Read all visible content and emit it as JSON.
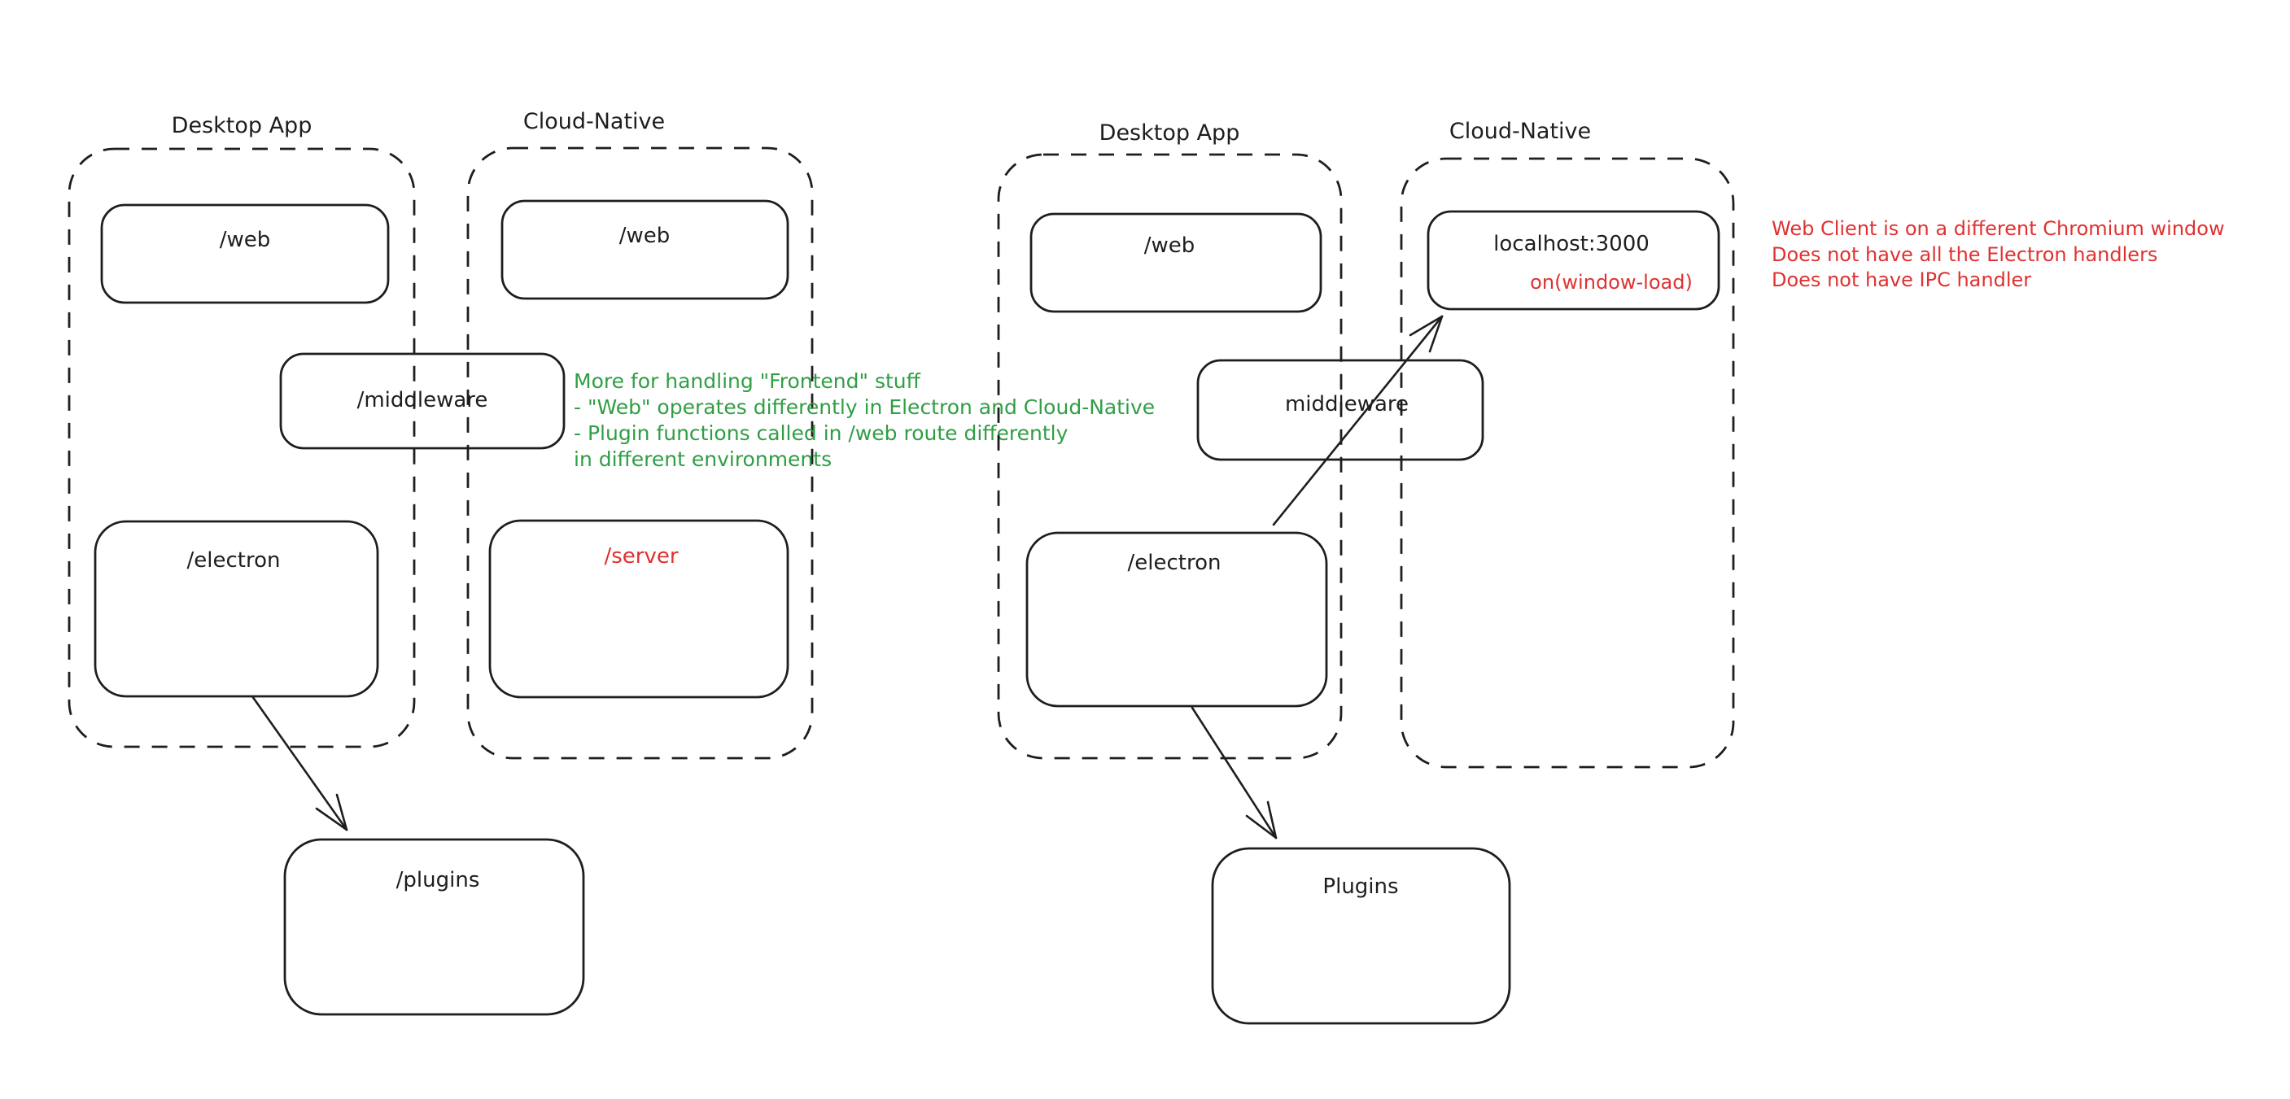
{
  "colors": {
    "ink": "#1e1e1e",
    "green": "#2f9e44",
    "red": "#e03131",
    "background": "#ffffff"
  },
  "left_diagram": {
    "desktop": {
      "label": "Desktop App",
      "web_label": "/web",
      "electron_label": "/electron"
    },
    "cloud": {
      "label": "Cloud-Native",
      "web_label": "/web",
      "server_label": "/server"
    },
    "middleware_label": "/middleware",
    "plugins_label": "/plugins",
    "green_note_lines": [
      "More for handling \"Frontend\" stuff",
      "- \"Web\" operates differently in Electron and Cloud-Native",
      "- Plugin functions called in /web route differently",
      "in different environments"
    ]
  },
  "right_diagram": {
    "desktop": {
      "label": "Desktop App",
      "web_label": "/web",
      "electron_label": "/electron"
    },
    "cloud": {
      "label": "Cloud-Native",
      "localhost_label": "localhost:3000",
      "window_load_label": "on(window-load)"
    },
    "middleware_label": "middleware",
    "plugins_label": "Plugins",
    "red_note_lines": [
      "Web Client is on a different Chromium window",
      "Does not have all the Electron handlers",
      "Does not have IPC handler"
    ]
  }
}
